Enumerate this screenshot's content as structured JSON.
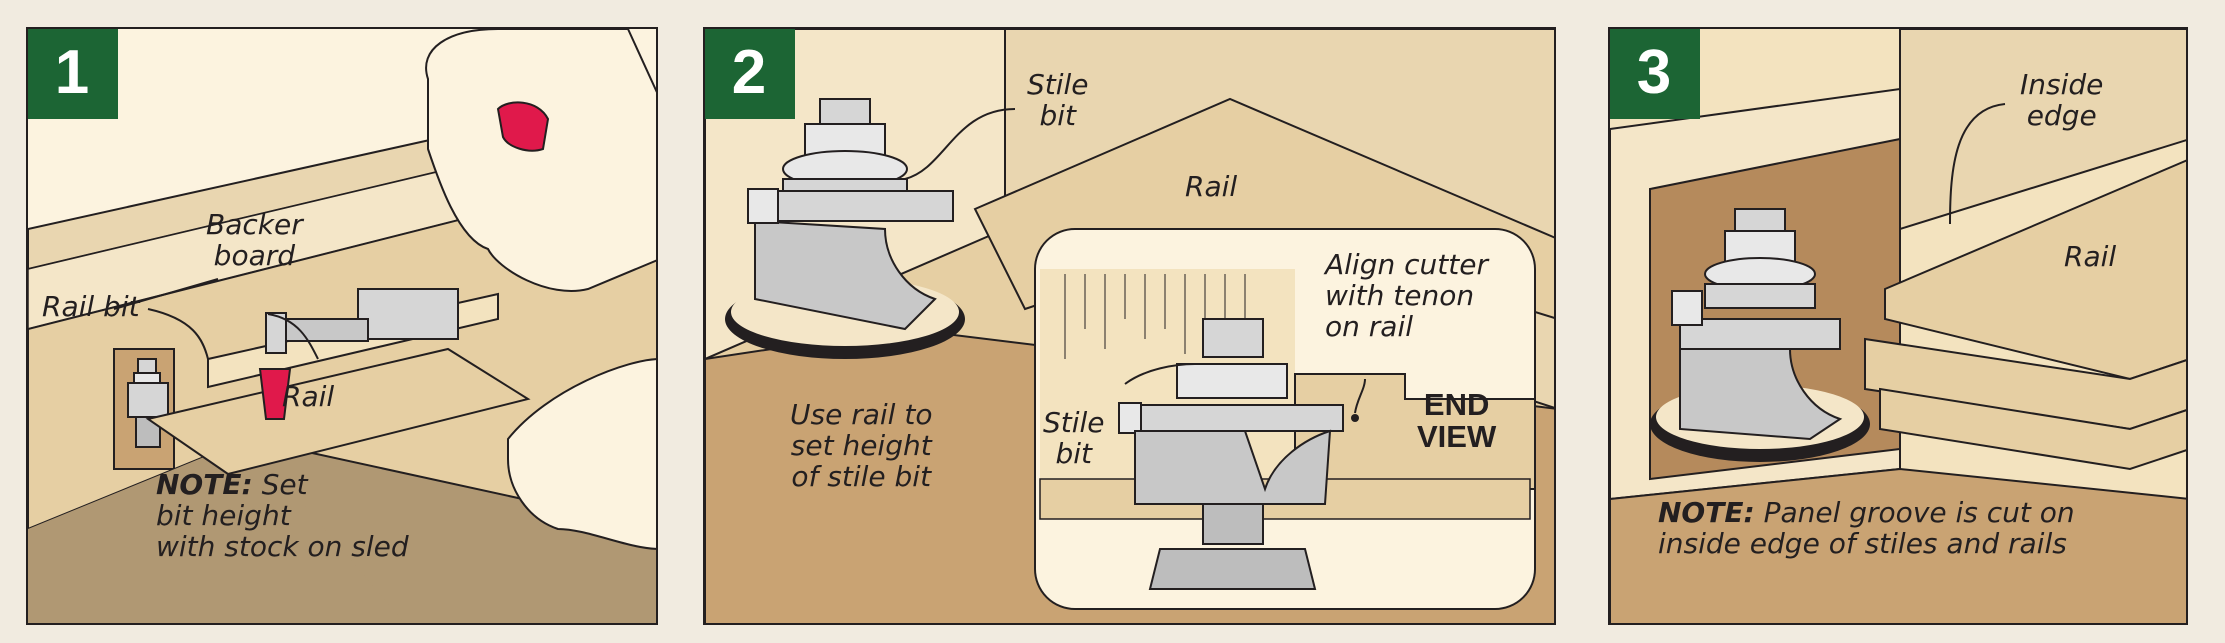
{
  "panels": [
    {
      "number": "1",
      "labels": {
        "backer_board": "Backer\nboard",
        "rail_bit": "Rail bit",
        "rail": "Rail",
        "note_prefix": "NOTE:",
        "note_text": " Set\nbit height\nwith stock on sled"
      }
    },
    {
      "number": "2",
      "labels": {
        "stile_bit_top": "Stile\nbit",
        "rail": "Rail",
        "align_cutter": "Align cutter\nwith tenon\non rail",
        "end_view": "END\nVIEW",
        "stile_bit_inset": "Stile\nbit",
        "use_rail": "Use rail to\nset height\nof stile bit"
      }
    },
    {
      "number": "3",
      "labels": {
        "inside_edge": "Inside\nedge",
        "rail": "Rail",
        "note_prefix": "NOTE:",
        "note_text": " Panel groove is cut on\ninside edge of stiles and rails"
      }
    }
  ],
  "colors": {
    "badge_green": "#1c6534",
    "wood_light": "#e6cfa3",
    "wood_mid": "#c9a373",
    "wood_dark": "#b58a5c",
    "sled": "#b09873",
    "cream": "#fcf3df",
    "metal": "#d6d6d6",
    "clamp_handle": "#e0194b"
  }
}
